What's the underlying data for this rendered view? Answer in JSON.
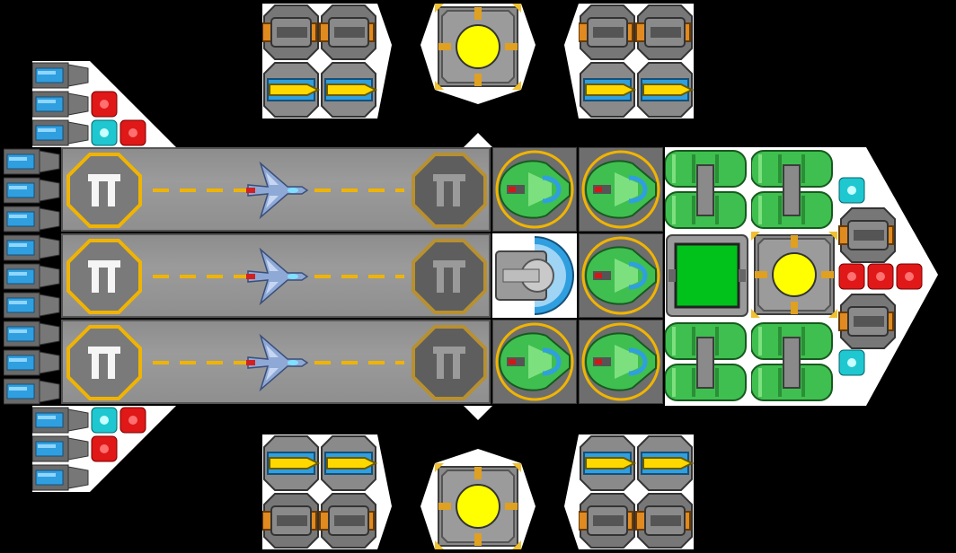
{
  "scene": {
    "type": "top-down spaceship module layout",
    "colors": {
      "background": "#000000",
      "hull": "#ffffff",
      "bay_floor": "#959595",
      "pad_border": "#f0b400",
      "lane_dash": "#f0b400",
      "reactor_core": "#ffff00",
      "green_module": "#3fbf4f",
      "blue_module": "#2f9fe0",
      "red_module": "#e01818",
      "cyan_module": "#1fc7d0",
      "orange_gun": "#e08a20"
    },
    "hangar_bays": [
      {
        "id": "bay-1",
        "icon": "fighter-ship-icon",
        "pad_icon": "landing-pad-icon"
      },
      {
        "id": "bay-2",
        "icon": "fighter-ship-icon",
        "pad_icon": "landing-pad-icon"
      },
      {
        "id": "bay-3",
        "icon": "fighter-ship-icon",
        "pad_icon": "landing-pad-icon"
      }
    ],
    "thrusters": {
      "left_column_count": 9,
      "icon": "thruster-icon"
    },
    "modules": {
      "top_weapon_groups": 2,
      "bottom_weapon_groups": 2,
      "reactors": 3,
      "shield_generators": 7,
      "fuel_tanks": 4
    }
  }
}
